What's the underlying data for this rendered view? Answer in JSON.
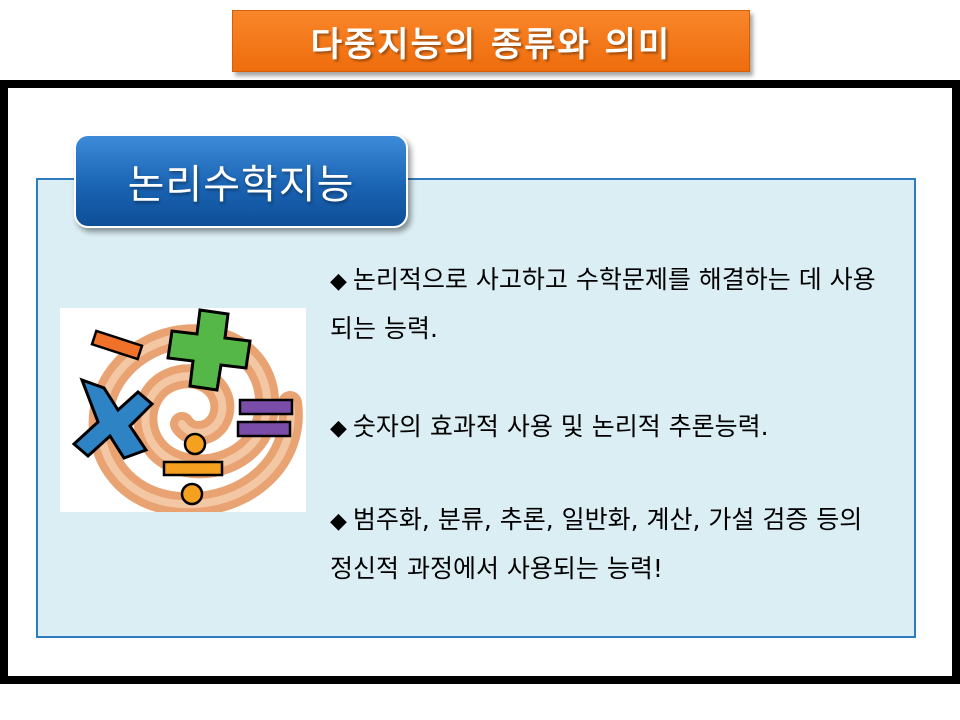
{
  "slide": {
    "title": "다중지능의 종류와 의미",
    "section_label": "논리수학지능",
    "bullets": [
      {
        "symbol": "◆",
        "text": "논리적으로 사고하고 수학문제를 해결하는 데 사용되는 능력."
      },
      {
        "symbol": "◆",
        "text": "숫자의 효과적 사용 및 논리적 추론능력."
      },
      {
        "symbol": "◆",
        "text": "범주화, 분류, 추론, 일반화, 계산, 가설 검증 등의 정신적 과정에서 사용되는 능력!"
      }
    ]
  },
  "colors": {
    "title_banner": "#f07a17",
    "section_tab": "#1a64b4",
    "content_border": "#2f7bbf",
    "content_fill": "#dbeef4"
  },
  "illustration": {
    "symbols": [
      "minus-icon",
      "plus-icon",
      "multiply-icon",
      "equals-icon",
      "divide-icon",
      "swirl-shape"
    ]
  }
}
